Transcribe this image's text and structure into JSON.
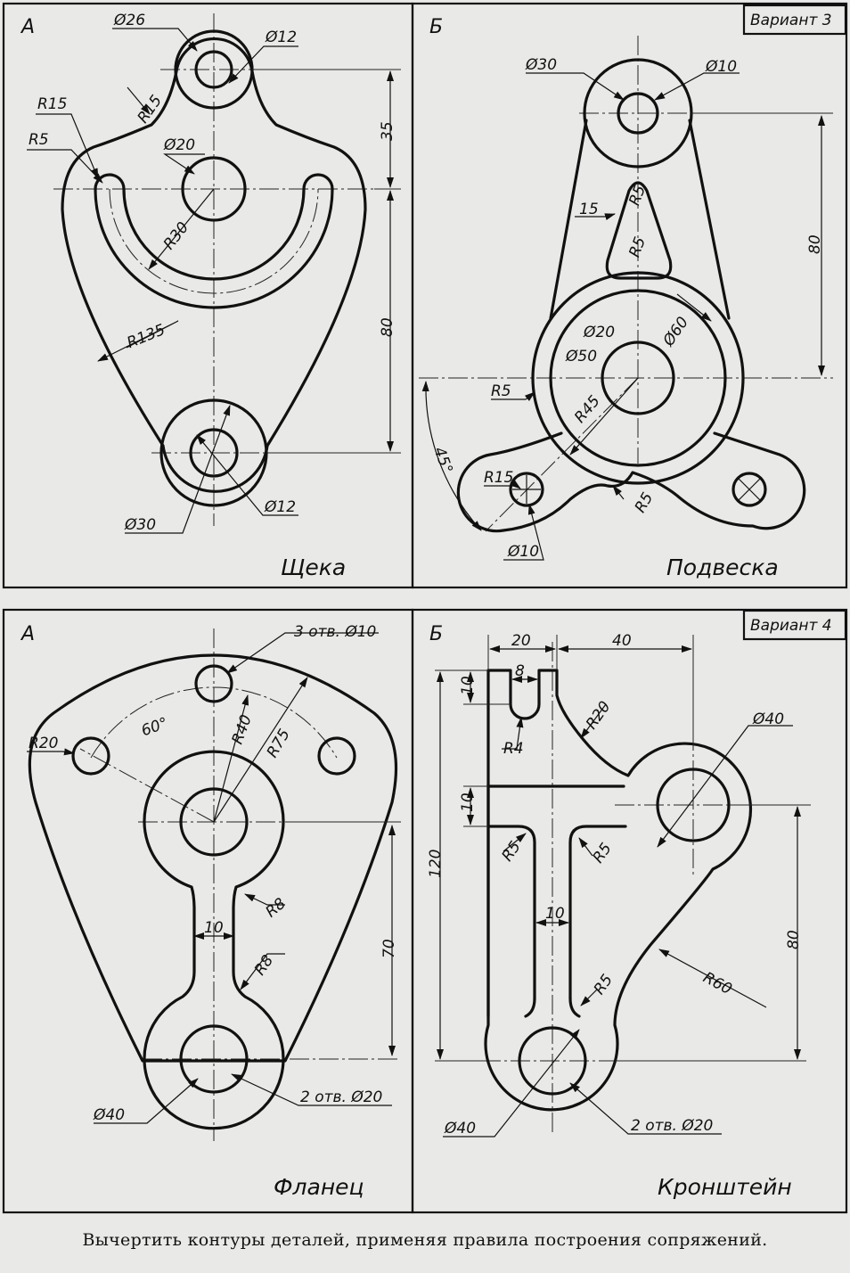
{
  "panels": [
    {
      "letter": "А",
      "part_name": "Щека",
      "dimensions": [
        "Ø26",
        "Ø12",
        "R15",
        "R15",
        "R5",
        "Ø20",
        "R30",
        "35",
        "80",
        "R135",
        "Ø30",
        "Ø12"
      ]
    },
    {
      "letter": "Б",
      "variant": "Вариант 3",
      "part_name": "Подвеска",
      "dimensions": [
        "Ø30",
        "Ø10",
        "R5",
        "15",
        "R5",
        "80",
        "Ø20",
        "Ø60",
        "Ø50",
        "R5",
        "R45",
        "45°",
        "R15",
        "R5",
        "Ø10"
      ]
    },
    {
      "letter": "А",
      "part_name": "Фланец",
      "dimensions": [
        "3 отв. Ø10",
        "R20",
        "60°",
        "R40",
        "R75",
        "R8",
        "10",
        "R8",
        "70",
        "Ø40",
        "2 отв. Ø20"
      ]
    },
    {
      "letter": "Б",
      "variant": "Вариант 4",
      "part_name": "Кронштейн",
      "dimensions": [
        "20",
        "40",
        "8",
        "10",
        "R4",
        "R20",
        "Ø40",
        "10",
        "R5",
        "R5",
        "120",
        "10",
        "80",
        "R5",
        "R60",
        "Ø40",
        "2 отв. Ø20"
      ]
    }
  ],
  "caption": "Вычертить контуры деталей, применяя правила построения сопряжений."
}
